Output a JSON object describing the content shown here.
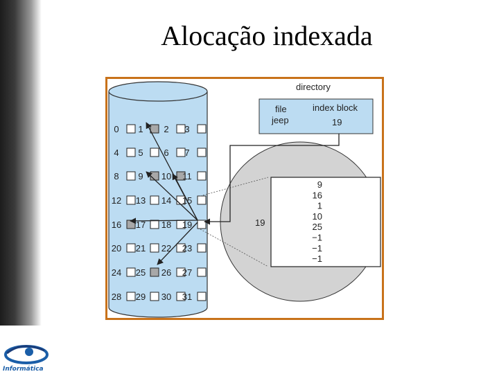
{
  "slide": {
    "title": "Alocação indexada"
  },
  "diagram": {
    "directory_label": "directory",
    "table": {
      "headers": [
        "file",
        "index block"
      ],
      "row": [
        "jeep",
        "19"
      ]
    },
    "blocks": [
      [
        "0",
        "1",
        "2",
        "3"
      ],
      [
        "4",
        "5",
        "6",
        "7"
      ],
      [
        "8",
        "9",
        "10",
        "11"
      ],
      [
        "12",
        "13",
        "14",
        "15"
      ],
      [
        "16",
        "17",
        "18",
        "19"
      ],
      [
        "20",
        "21",
        "22",
        "23"
      ],
      [
        "24",
        "25",
        "26",
        "27"
      ],
      [
        "28",
        "29",
        "30",
        "31"
      ]
    ],
    "index_block_label": "19",
    "index_entries": [
      "9",
      "16",
      "1",
      "10",
      "25",
      "−1",
      "−1",
      "−1"
    ],
    "colors": {
      "disk": "#bcdcf2",
      "zoom": "#d3d3d3",
      "frame": "#c8721a",
      "used_block": "#a8a8a8"
    }
  },
  "logo": {
    "text": "Informática"
  }
}
